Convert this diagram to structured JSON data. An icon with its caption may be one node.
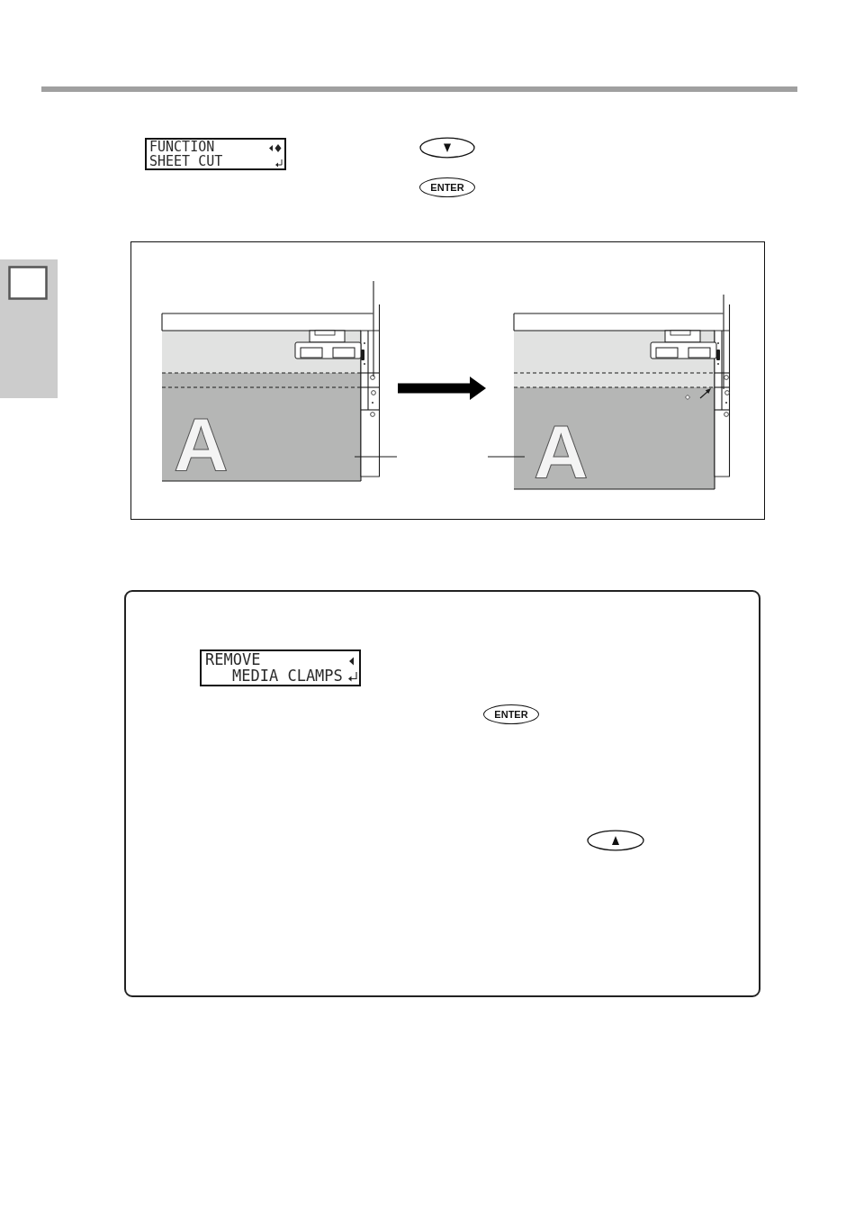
{
  "diagram": {
    "nodes": [
      {
        "text": [
          "FUNCTION",
          "SHEET CUT"
        ]
      },
      {
        "text": [],
        "shape": "box"
      },
      {
        "text": [],
        "shape": "picture",
        "in": 1
      },
      {
        "text": [],
        "shape": "picture",
        "in": 1
      },
      {
        "text": [],
        "shape": "box"
      },
      {
        "text": [
          "REMOVE",
          "MEDIA CLAMPS"
        ],
        "in": 4
      }
    ],
    "edges": [
      {
        "from": 2,
        "to": 3,
        "arrow": "to"
      }
    ],
    "labels": [
      "ENTER",
      "A",
      "A",
      "ENTER"
    ]
  }
}
